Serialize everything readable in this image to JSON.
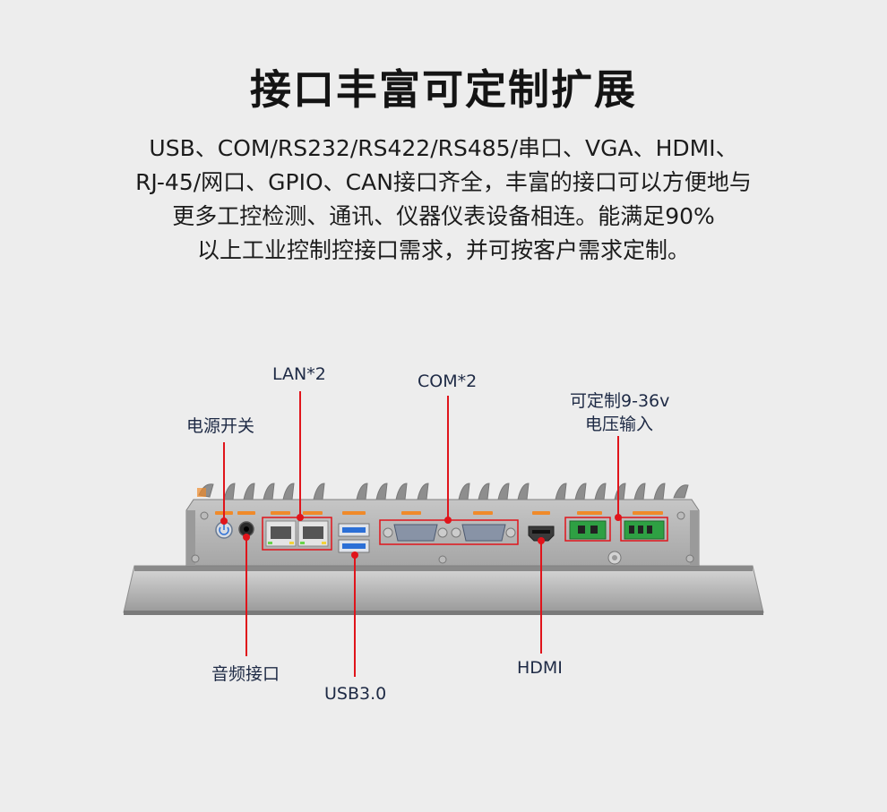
{
  "headline": {
    "title": "接口丰富可定制扩展",
    "lines": [
      "USB、COM/RS232/RS422/RS485/串口、VGA、HDMI、",
      "RJ-45/网口、GPIO、CAN接口齐全，丰富的接口可以方便地与",
      "更多工控检测、通讯、仪器仪表设备相连。能满足90%",
      "以上工业控制控接口需求，并可按客户需求定制。"
    ]
  },
  "callouts": {
    "lan": "LAN*2",
    "com": "COM*2",
    "power_input_line1": "可定制9-36v",
    "power_input_line2": "电压输入",
    "power_switch": "电源开关",
    "audio": "音频接口",
    "usb": "USB3.0",
    "hdmi": "HDMI"
  },
  "colors": {
    "background": "#ededed",
    "callout_line": "#e0141b",
    "callout_text": "#1e2a45",
    "port_label": "#f08a2a",
    "terminal_green": "#2ea043",
    "usb_blue": "#2b6fd6"
  }
}
